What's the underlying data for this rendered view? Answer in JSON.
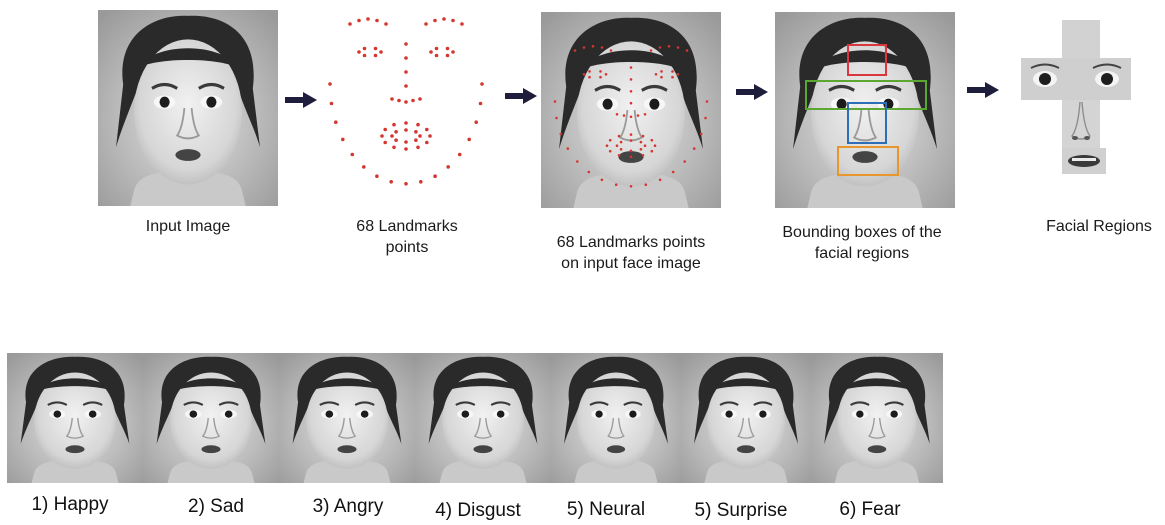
{
  "pipeline": {
    "steps": [
      {
        "label": "Input Image"
      },
      {
        "label": "68 Landmarks points"
      },
      {
        "label": "68 Landmarks points on input face image"
      },
      {
        "label": "Bounding boxes of the facial regions"
      },
      {
        "label": "Facial Regions"
      }
    ],
    "region_box_colors": {
      "forehead": "#d9363e",
      "eyes": "#5aa832",
      "nose": "#2d6fb7",
      "mouth": "#e8962e"
    },
    "landmark_color": "#d4372f"
  },
  "emotions": [
    {
      "label": "1) Happy"
    },
    {
      "label": "2) Sad"
    },
    {
      "label": "3) Angry"
    },
    {
      "label": "4) Disgust"
    },
    {
      "label": "5) Neural"
    },
    {
      "label": "5) Surprise"
    },
    {
      "label": "6) Fear"
    }
  ]
}
